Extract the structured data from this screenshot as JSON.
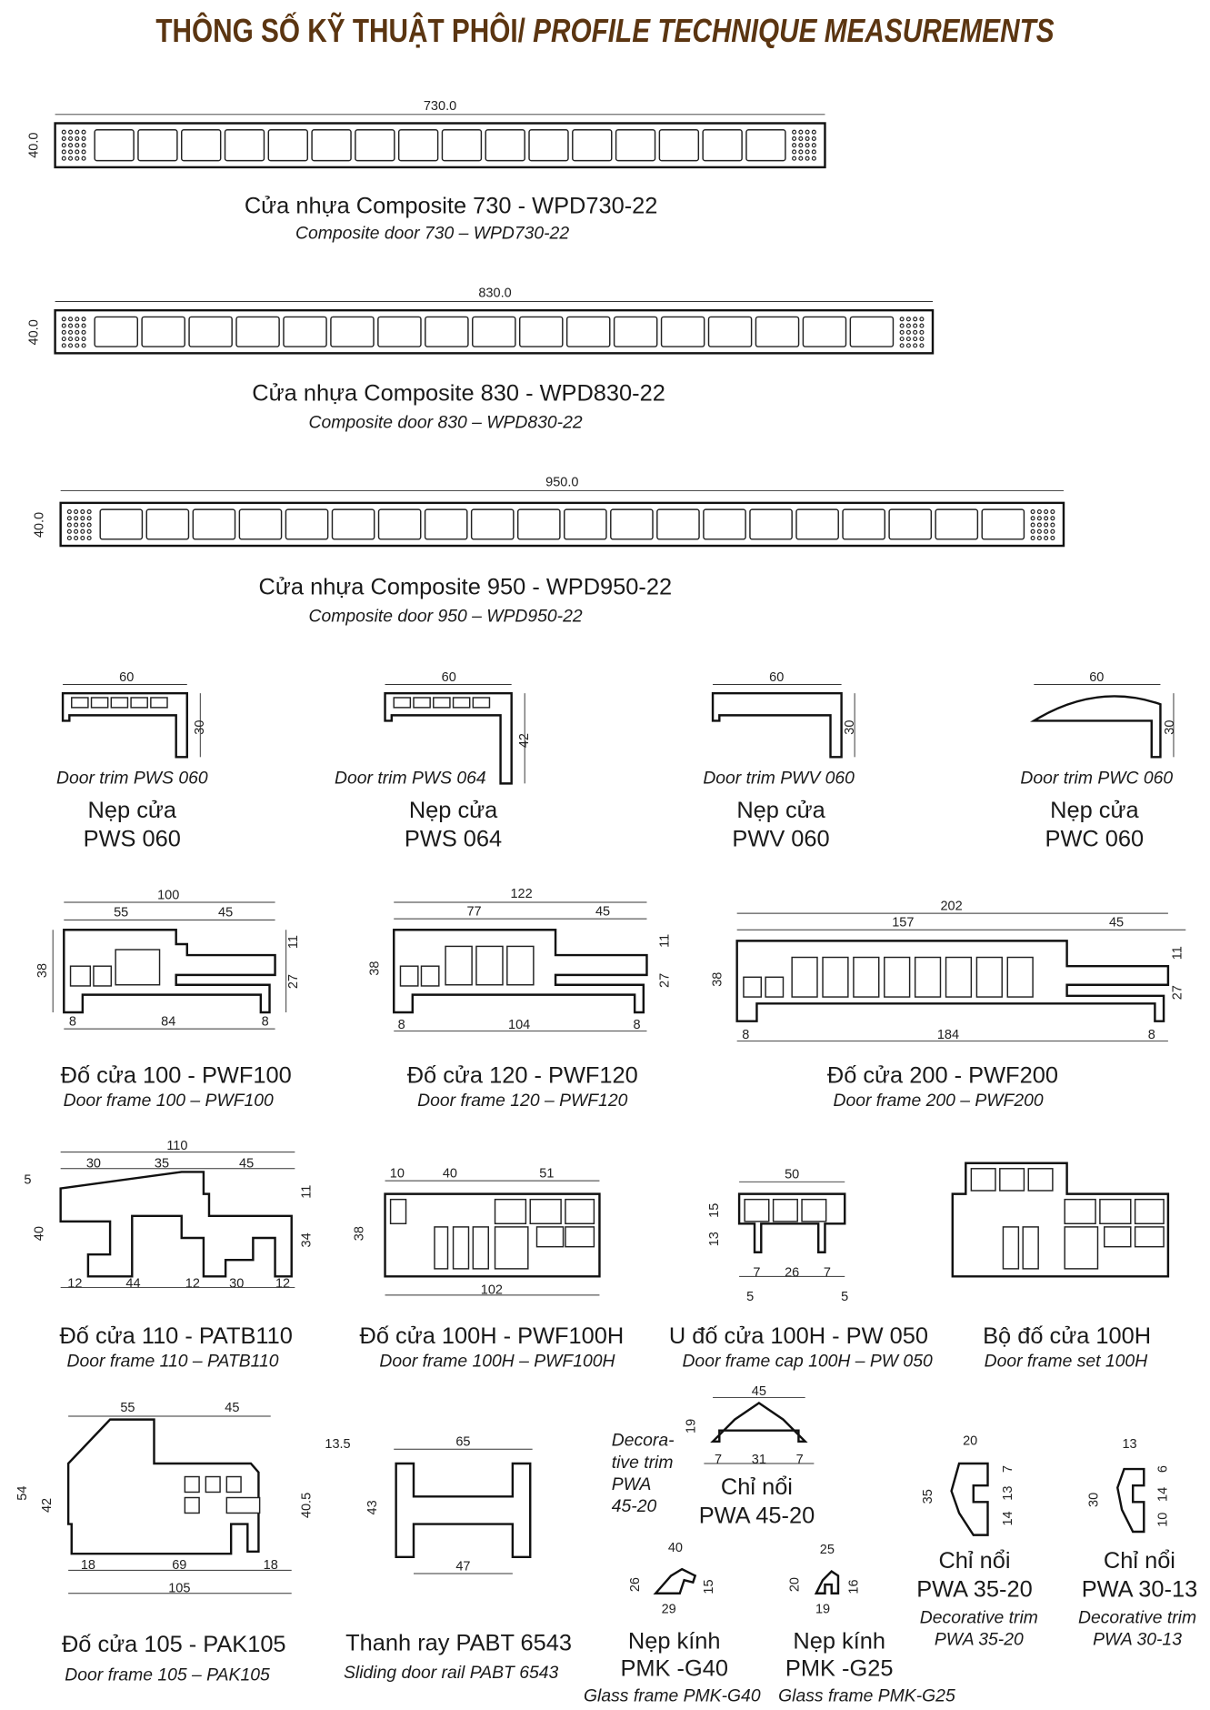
{
  "title": {
    "main": "THÔNG SỐ KỸ THUẬT PHÔI/ ",
    "italic": "PROFILE TECHNIQUE MEASUREMENTS",
    "color": "#5b3511"
  },
  "doors": [
    {
      "width": "730.0",
      "height": "40.0",
      "label": "Cửa nhựa Composite 730 - WPD730-22",
      "sub": "Composite door 730 – WPD730-22",
      "cells": 16
    },
    {
      "width": "830.0",
      "height": "40.0",
      "label": "Cửa nhựa Composite 830 - WPD830-22",
      "sub": "Composite door 830 – WPD830-22",
      "cells": 17
    },
    {
      "width": "950.0",
      "height": "40.0",
      "label": "Cửa nhựa Composite 950 - WPD950-22",
      "sub": "Composite door 950 – WPD950-22",
      "cells": 20
    }
  ],
  "trims": [
    {
      "w": "60",
      "h": "30",
      "en": "Door trim PWS 060",
      "vi1": "Nẹp cửa",
      "vi2": "PWS 060"
    },
    {
      "w": "60",
      "h": "42",
      "en": "Door trim PWS 064",
      "vi1": "Nẹp cửa",
      "vi2": "PWS 064"
    },
    {
      "w": "60",
      "h": "30",
      "en": "Door trim PWV 060",
      "vi1": "Nẹp cửa",
      "vi2": "PWV 060"
    },
    {
      "w": "60",
      "h": "30",
      "en": "Door trim PWC 060",
      "vi1": "Nẹp cửa",
      "vi2": "PWC 060"
    }
  ],
  "pwf100": {
    "dims": [
      "100",
      "55",
      "45",
      "38",
      "11",
      "27",
      "8",
      "84",
      "8"
    ],
    "label": "Đố cửa 100 - PWF100",
    "sub": "Door frame 100 – PWF100"
  },
  "pwf120": {
    "dims": [
      "122",
      "77",
      "45",
      "38",
      "11",
      "27",
      "8",
      "104",
      "8"
    ],
    "label": "Đố cửa 120 - PWF120",
    "sub": "Door frame 120 – PWF120"
  },
  "pwf200": {
    "dims": [
      "202",
      "157",
      "45",
      "38",
      "11",
      "27",
      "8",
      "184",
      "8"
    ],
    "label": "Đố cửa 200 - PWF200",
    "sub": "Door frame 200 – PWF200"
  },
  "patb110": {
    "dims": [
      "110",
      "30",
      "35",
      "45",
      "5",
      "40",
      "11",
      "34",
      "12",
      "44",
      "12",
      "30",
      "12"
    ],
    "label": "Đố cửa 110 - PATB110",
    "sub": "Door frame 110 – PATB110"
  },
  "pwf100h": {
    "dims": [
      "10",
      "40",
      "51",
      "38",
      "102"
    ],
    "label": "Đố cửa 100H - PWF100H",
    "sub": "Door frame 100H – PWF100H"
  },
  "pw050": {
    "dims": [
      "50",
      "15",
      "13",
      "7",
      "26",
      "7",
      "5",
      "5"
    ],
    "label": "U đố cửa 100H - PW 050",
    "sub": "Door frame cap 100H – PW 050"
  },
  "set100h": {
    "label": "Bộ đố cửa 100H",
    "sub": "Door frame set 100H"
  },
  "pak105": {
    "dims": [
      "55",
      "45",
      "13.5",
      "54",
      "42",
      "40.5",
      "18",
      "69",
      "18",
      "105"
    ],
    "label": "Đố cửa 105 - PAK105",
    "sub": "Door frame 105 – PAK105"
  },
  "pabt6543": {
    "dims": [
      "65",
      "43",
      "47"
    ],
    "label": "Thanh ray  PABT 6543",
    "sub": "Sliding door rail PABT 6543"
  },
  "pwa4520": {
    "dims": [
      "45",
      "19",
      "7",
      "31",
      "7"
    ],
    "en": [
      "Decora-",
      "tive trim",
      "PWA",
      "45-20"
    ],
    "vi1": "Chỉ nổi",
    "vi2": "PWA 45-20"
  },
  "pmkg40": {
    "dims": [
      "40",
      "26",
      "15",
      "29"
    ],
    "vi1": "Nẹp kính",
    "vi2": "PMK -G40",
    "en": "Glass frame PMK-G40"
  },
  "pmkg25": {
    "dims": [
      "25",
      "20",
      "16",
      "19"
    ],
    "vi1": "Nẹp kính",
    "vi2": "PMK -G25",
    "en": "Glass frame PMK-G25"
  },
  "pwa3520": {
    "dims": [
      "20",
      "35",
      "7",
      "13",
      "14"
    ],
    "vi1": "Chỉ nổi",
    "vi2": "PWA 35-20",
    "en1": "Decorative trim",
    "en2": "PWA 35-20"
  },
  "pwa3013": {
    "dims": [
      "13",
      "30",
      "6",
      "14",
      "10"
    ],
    "vi1": "Chỉ nổi",
    "vi2": "PWA 30-13",
    "en1": "Decorative trim",
    "en2": "PWA 30-13"
  }
}
